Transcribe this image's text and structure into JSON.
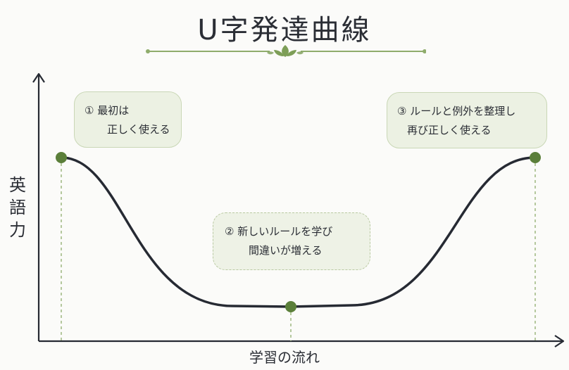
{
  "title": "U字発達曲線",
  "y_axis_label": [
    "英",
    "語",
    "力"
  ],
  "x_axis_label": "学習の流れ",
  "stages": [
    {
      "lines": [
        "① 最初は",
        "正しく使える"
      ]
    },
    {
      "lines": [
        "② 新しいルールを学び",
        "間違いが増える"
      ]
    },
    {
      "lines": [
        "③ ルールと例外を整理し",
        "再び正しく使える"
      ]
    }
  ],
  "colors": {
    "curve": "#262a33",
    "point": "#5b7f3a",
    "box_fill": "#ecf1e3",
    "box_border": "#c9d7b6",
    "ornament": "#8fac6c"
  }
}
